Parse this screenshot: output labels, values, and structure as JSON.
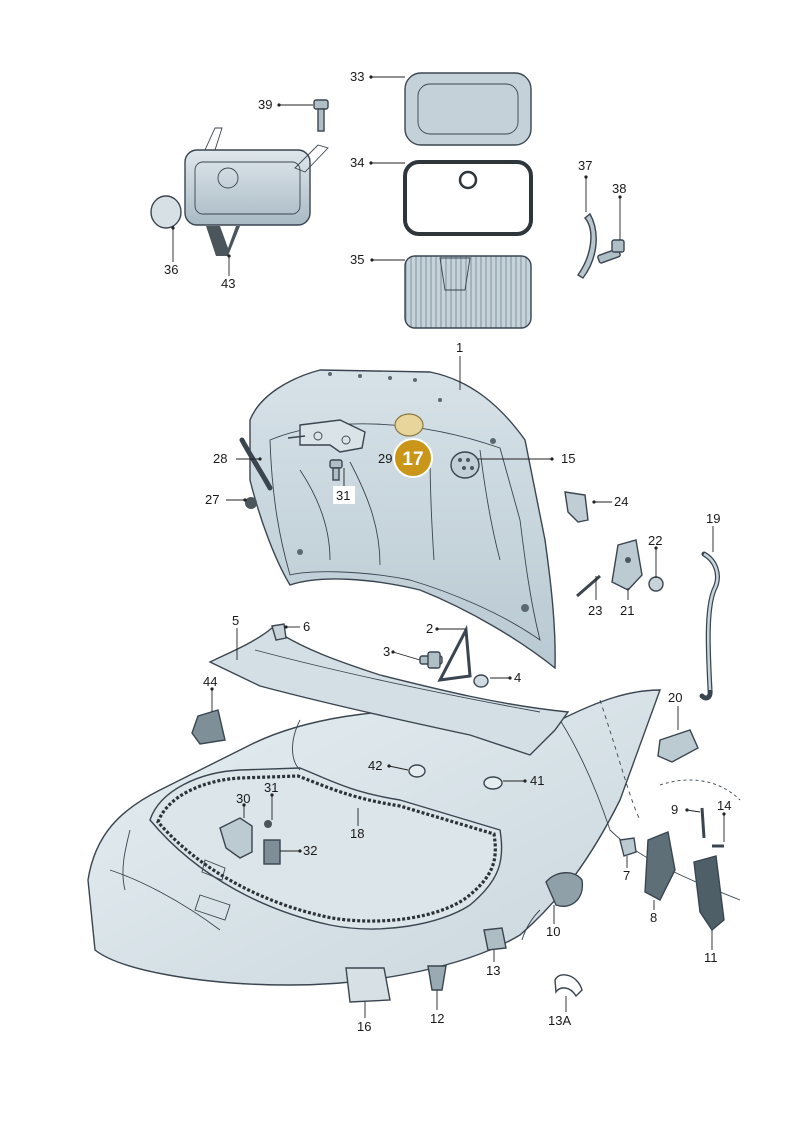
{
  "parts": {
    "p1": "1",
    "p2": "2",
    "p3": "3",
    "p4": "4",
    "p5": "5",
    "p6": "6",
    "p7": "7",
    "p8": "8",
    "p9": "9",
    "p10": "10",
    "p11": "11",
    "p12": "12",
    "p13": "13",
    "p13a": "13A",
    "p14": "14",
    "p15": "15",
    "p16": "16",
    "p17": "17",
    "p18": "18",
    "p19": "19",
    "p20": "20",
    "p21": "21",
    "p22": "22",
    "p23": "23",
    "p24": "24",
    "p27": "27",
    "p28": "28",
    "p29": "29",
    "p30": "30",
    "p31a": "31",
    "p31b": "31",
    "p32": "32",
    "p33": "33",
    "p34": "34",
    "p35": "35",
    "p36": "36",
    "p37": "37",
    "p38": "38",
    "p39": "39",
    "p41": "41",
    "p42": "42",
    "p43": "43",
    "p44": "44"
  },
  "highlight": {
    "label": "17",
    "color": "#c9961a"
  }
}
